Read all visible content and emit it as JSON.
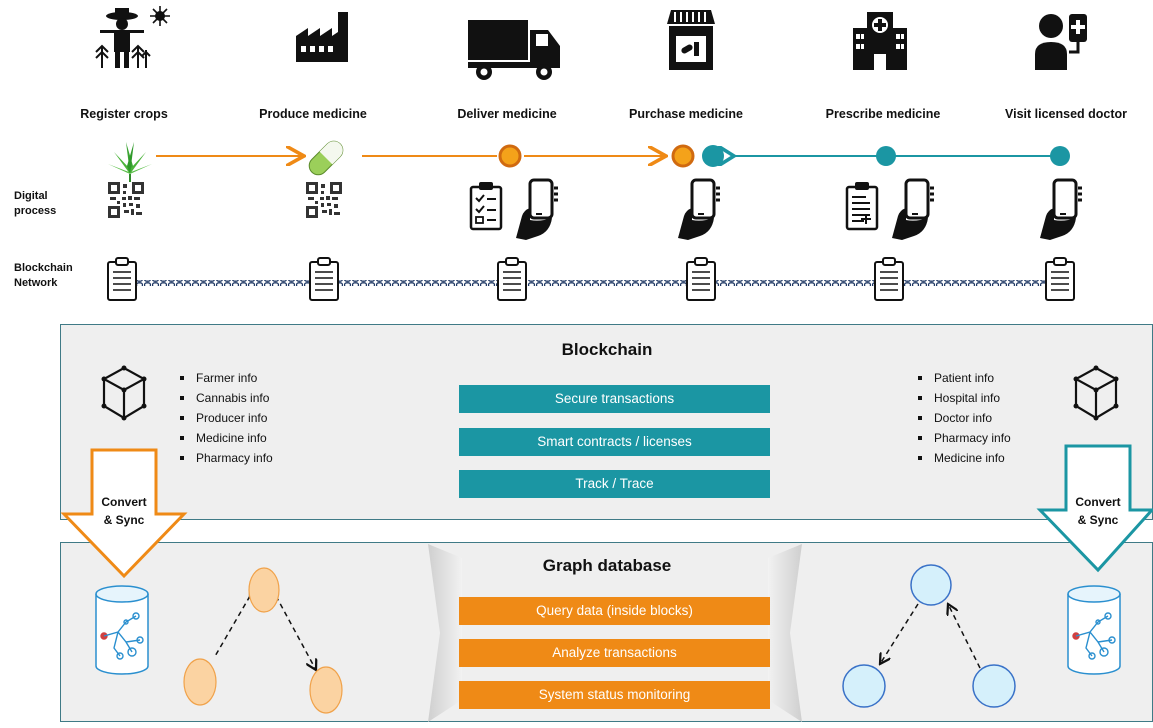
{
  "steps": [
    {
      "label": "Register crops",
      "icon": "farmer-icon"
    },
    {
      "label": "Produce medicine",
      "icon": "factory-icon"
    },
    {
      "label": "Deliver medicine",
      "icon": "truck-icon"
    },
    {
      "label": "Purchase medicine",
      "icon": "pharmacy-store-icon"
    },
    {
      "label": "Prescribe medicine",
      "icon": "hospital-icon"
    },
    {
      "label": "Visit licensed doctor",
      "icon": "doctor-icon"
    }
  ],
  "rows": {
    "digital_process": "Digital\nprocess",
    "blockchain_network": "Blockchain\nNetwork"
  },
  "blockchain_panel": {
    "title": "Blockchain",
    "left_items": [
      "Farmer info",
      "Cannabis info",
      "Producer info",
      "Medicine info",
      "Pharmacy info"
    ],
    "right_items": [
      "Patient info",
      "Hospital info",
      "Doctor info",
      "Pharmacy info",
      "Medicine info"
    ],
    "bars": [
      "Secure transactions",
      "Smart contracts / licenses",
      "Track / Trace"
    ]
  },
  "graph_panel": {
    "title": "Graph database",
    "bars": [
      "Query data (inside blocks)",
      "Analyze transactions",
      "System status monitoring"
    ]
  },
  "convert_label_left": "Convert\n& Sync",
  "convert_label_right": "Convert\n& Sync",
  "colors": {
    "orange": "#ef8a16",
    "teal": "#1b96a3",
    "chain": "#1f3864",
    "panel_bg": "#efefef",
    "node_orange": "#fbd3a2",
    "node_blue": "#d5f0fb"
  }
}
